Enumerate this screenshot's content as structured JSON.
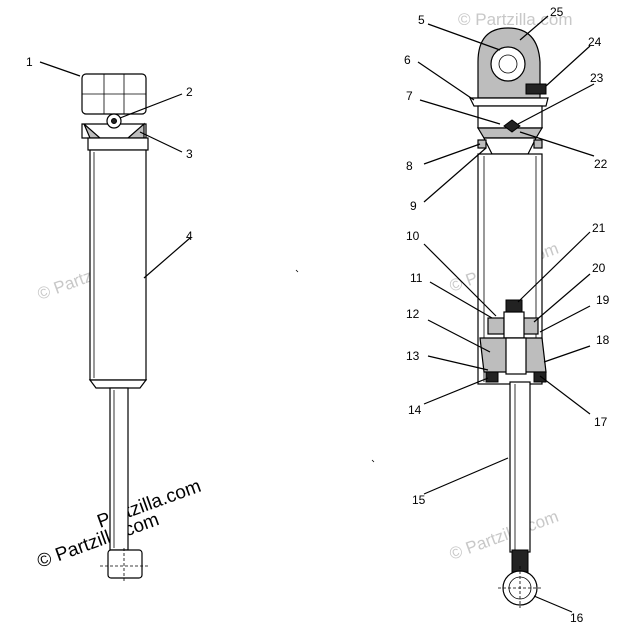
{
  "callouts": {
    "c1": "1",
    "c2": "2",
    "c3": "3",
    "c4": "4",
    "c5": "5",
    "c6": "6",
    "c7": "7",
    "c8": "8",
    "c9": "9",
    "c10": "10",
    "c11": "11",
    "c12": "12",
    "c13": "13",
    "c14": "14",
    "c15": "15",
    "c16": "16",
    "c17": "17",
    "c18": "18",
    "c19": "19",
    "c20": "20",
    "c21": "21",
    "c22": "22",
    "c23": "23",
    "c24": "24",
    "c25": "25"
  },
  "watermarks": {
    "top": "© Partzilla.com",
    "left_mid": "© Partzilla.com",
    "right_mid": "© Partzilla.com",
    "bottom_right": "© Partzilla.com",
    "bottom_left_line1": "Partzilla.com",
    "bottom_left_line2": "© Partzilla.com"
  }
}
